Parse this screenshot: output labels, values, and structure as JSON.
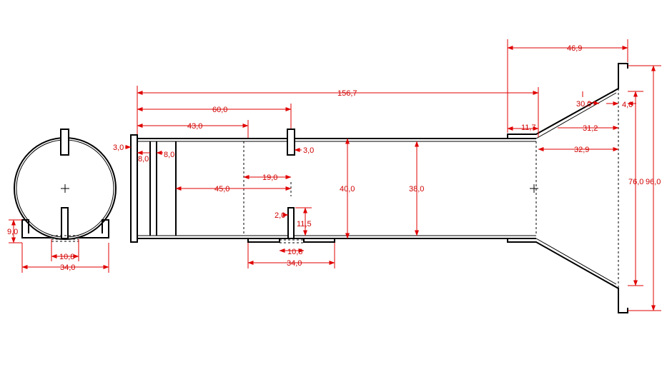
{
  "drawing": {
    "colors": {
      "outline": "#000000",
      "dimension": "#e00000",
      "background": "#ffffff"
    },
    "dimensions": {
      "d_46_9": "46,9",
      "d_156_7": "156,7",
      "d_60_0": "60,0",
      "d_43_0": "43,0",
      "d_3_0_left": "3,0",
      "d_8_0_a": "8,0",
      "d_8_0_b": "8,0",
      "d_3_0_slot": "3,0",
      "d_19_0": "19,0",
      "d_45_0": "45,0",
      "d_2_0": "2,0",
      "d_11_5": "11,5",
      "d_10_8_mid": "10,8",
      "d_34_0_mid": "34,0",
      "d_40_0": "40,0",
      "d_38_0": "38,0",
      "d_11_7": "11,7",
      "d_30_0": "30,0",
      "d_4_0": "4,0",
      "d_31_2": "31,2",
      "d_32_9": "32,9",
      "d_76_0": "76,0",
      "d_96_0": "96,0",
      "d_9_0": "9,0",
      "d_10_8_left": "10,8",
      "d_34_0_left": "34,0"
    }
  }
}
